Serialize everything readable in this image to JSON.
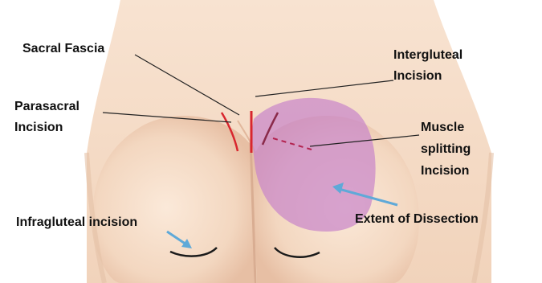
{
  "labels": {
    "sacral_fascia": "Sacral Fascia",
    "intergluteal_line1": "Intergluteal",
    "intergluteal_line2": "Incision",
    "parasacral_line1": "Parasacral",
    "parasacral_line2": "Incision",
    "muscle_line1": "Muscle",
    "muscle_line2": "splitting",
    "muscle_line3": "Incision",
    "infragluteal": "Infragluteal incision",
    "extent": "Extent of Dissection"
  },
  "colors": {
    "skin": "#f5ddc8",
    "dissection_area": "#c986c9",
    "incision": "#d8262e",
    "arrow": "#5fa9d8",
    "leader_line": "#222222"
  }
}
